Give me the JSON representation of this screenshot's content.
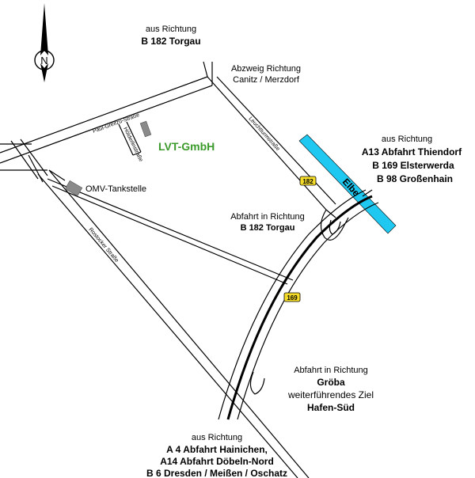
{
  "compass": {
    "letter": "N"
  },
  "colors": {
    "company_green": "#3a9a2a",
    "river_cyan": "#1ec8f0",
    "shield_yellow": "#f5dc28",
    "building_gray": "#8a8a8a"
  },
  "labels": {
    "north_aus": "aus Richtung",
    "north_road": "B 182 Torgau",
    "abzweig_1": "Abzweig Richtung",
    "abzweig_2": "Canitz / Merzdorf",
    "east_aus": "aus Richtung",
    "east_1": "A13 Abfahrt Thiendorf",
    "east_2": "B 169 Elsterwerda",
    "east_3": "B 98 Großenhain",
    "abfahrt_torgau_1": "Abfahrt in Richtung",
    "abfahrt_torgau_2": "B 182 Torgau",
    "abfahrt_groeba_1": "Abfahrt in Richtung",
    "abfahrt_groeba_2": "Gröba",
    "abfahrt_groeba_3": "weiterführendes Ziel",
    "abfahrt_groeba_4": "Hafen-Süd",
    "south_aus": "aus Richtung",
    "south_1": "A 4 Abfahrt Hainichen,",
    "south_2": "A14 Abfahrt Döbeln-Nord",
    "south_3": "B 6 Dresden / Meißen / Oschatz"
  },
  "places": {
    "company": "LVT-GmbH",
    "gas_station": "OMV-Tankstelle",
    "river": "Elbe"
  },
  "streets": {
    "paul_greifzu": "Paul-Greifzu-Straße",
    "hoelderlin": "Hölderlinstraße",
    "leuchtenburg": "Leuchtturmstraße",
    "rostocker": "Rostocker Straße"
  },
  "shields": {
    "b182": "182",
    "b169": "169"
  }
}
